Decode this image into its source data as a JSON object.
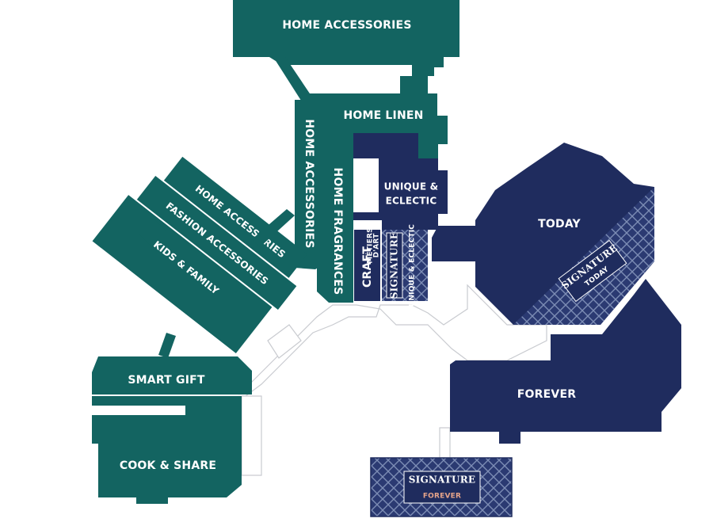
{
  "colors": {
    "green_zone": "#136461",
    "navy_zone": "#1f2c5e",
    "signature_pattern": "#6e7fa8",
    "forever_text": "#e6a48a"
  },
  "zones": {
    "home_accessories_top": "HOME ACCESSORIES",
    "home_linen": "HOME LINEN",
    "home_accessories_vertical": "HOME ACCESSORIES",
    "home_fragrances": "HOME FRAGRANCES",
    "unique_eclectic": {
      "line1": "UNIQUE &",
      "line2": "ECLECTIC"
    },
    "craft": {
      "main": "CRAFT",
      "sub1": "MÉTIERS",
      "sub2": "D'ART"
    },
    "signature_unique": {
      "title": "SIGNATURE",
      "sub": "UNIQUE & ECLECTIC"
    },
    "today": "TODAY",
    "signature_today": {
      "title": "SIGNATURE",
      "sub": "TODAY"
    },
    "home_accessories_diag": "HOME ACCESSORIES",
    "fashion_accessories": "FASHION ACCESSORIES",
    "kids_family": "KIDS & FAMILY",
    "smart_gift": "SMART GIFT",
    "cook_share": "COOK & SHARE",
    "forever": "FOREVER",
    "signature_forever": {
      "title": "SIGNATURE",
      "sub": "FOREVER"
    }
  }
}
